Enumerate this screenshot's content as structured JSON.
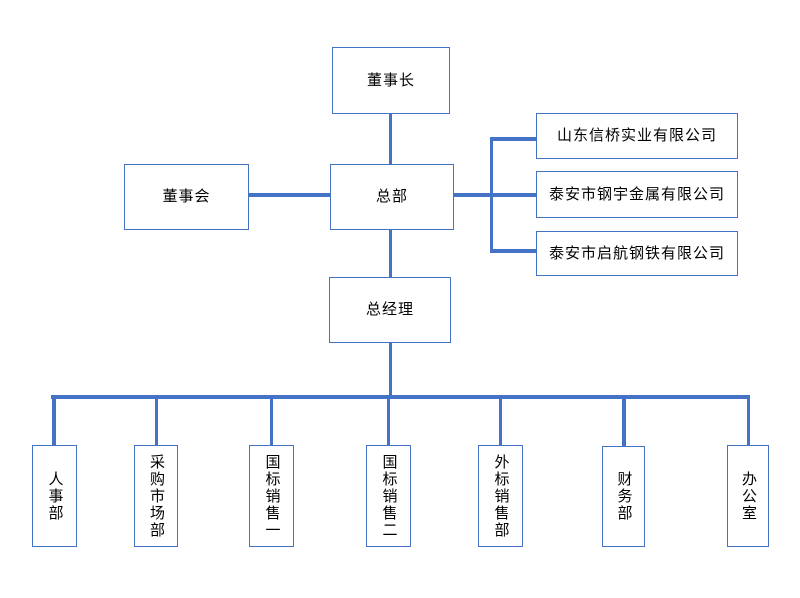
{
  "diagram": {
    "nodes": {
      "chairman": "董事长",
      "board": "董事会",
      "headquarters": "总部",
      "general_manager": "总经理"
    },
    "companies": [
      "山东信桥实业有限公司",
      "泰安市钢宇金属有限公司",
      "泰安市启航钢铁有限公司"
    ],
    "departments": [
      "人事部",
      "采购市场部",
      "国标销售一",
      "国标销售二",
      "外标销售部",
      "财务部",
      "办公室"
    ]
  },
  "colors": {
    "connector": "#4472C4",
    "node_border": "#4472C4",
    "node_fill": "#FFFFFF",
    "text": "#000000",
    "background": "#FFFFFF"
  },
  "chart_data": {
    "type": "orgchart",
    "root": "董事长",
    "edges": [
      [
        "董事长",
        "总部"
      ],
      [
        "董事会",
        "总部"
      ],
      [
        "总部",
        "山东信桥实业有限公司"
      ],
      [
        "总部",
        "泰安市钢宇金属有限公司"
      ],
      [
        "总部",
        "泰安市启航钢铁有限公司"
      ],
      [
        "总部",
        "总经理"
      ],
      [
        "总经理",
        "人事部"
      ],
      [
        "总经理",
        "采购市场部"
      ],
      [
        "总经理",
        "国标销售一"
      ],
      [
        "总经理",
        "国标销售二"
      ],
      [
        "总经理",
        "外标销售部"
      ],
      [
        "总经理",
        "财务部"
      ],
      [
        "总经理",
        "办公室"
      ]
    ]
  }
}
